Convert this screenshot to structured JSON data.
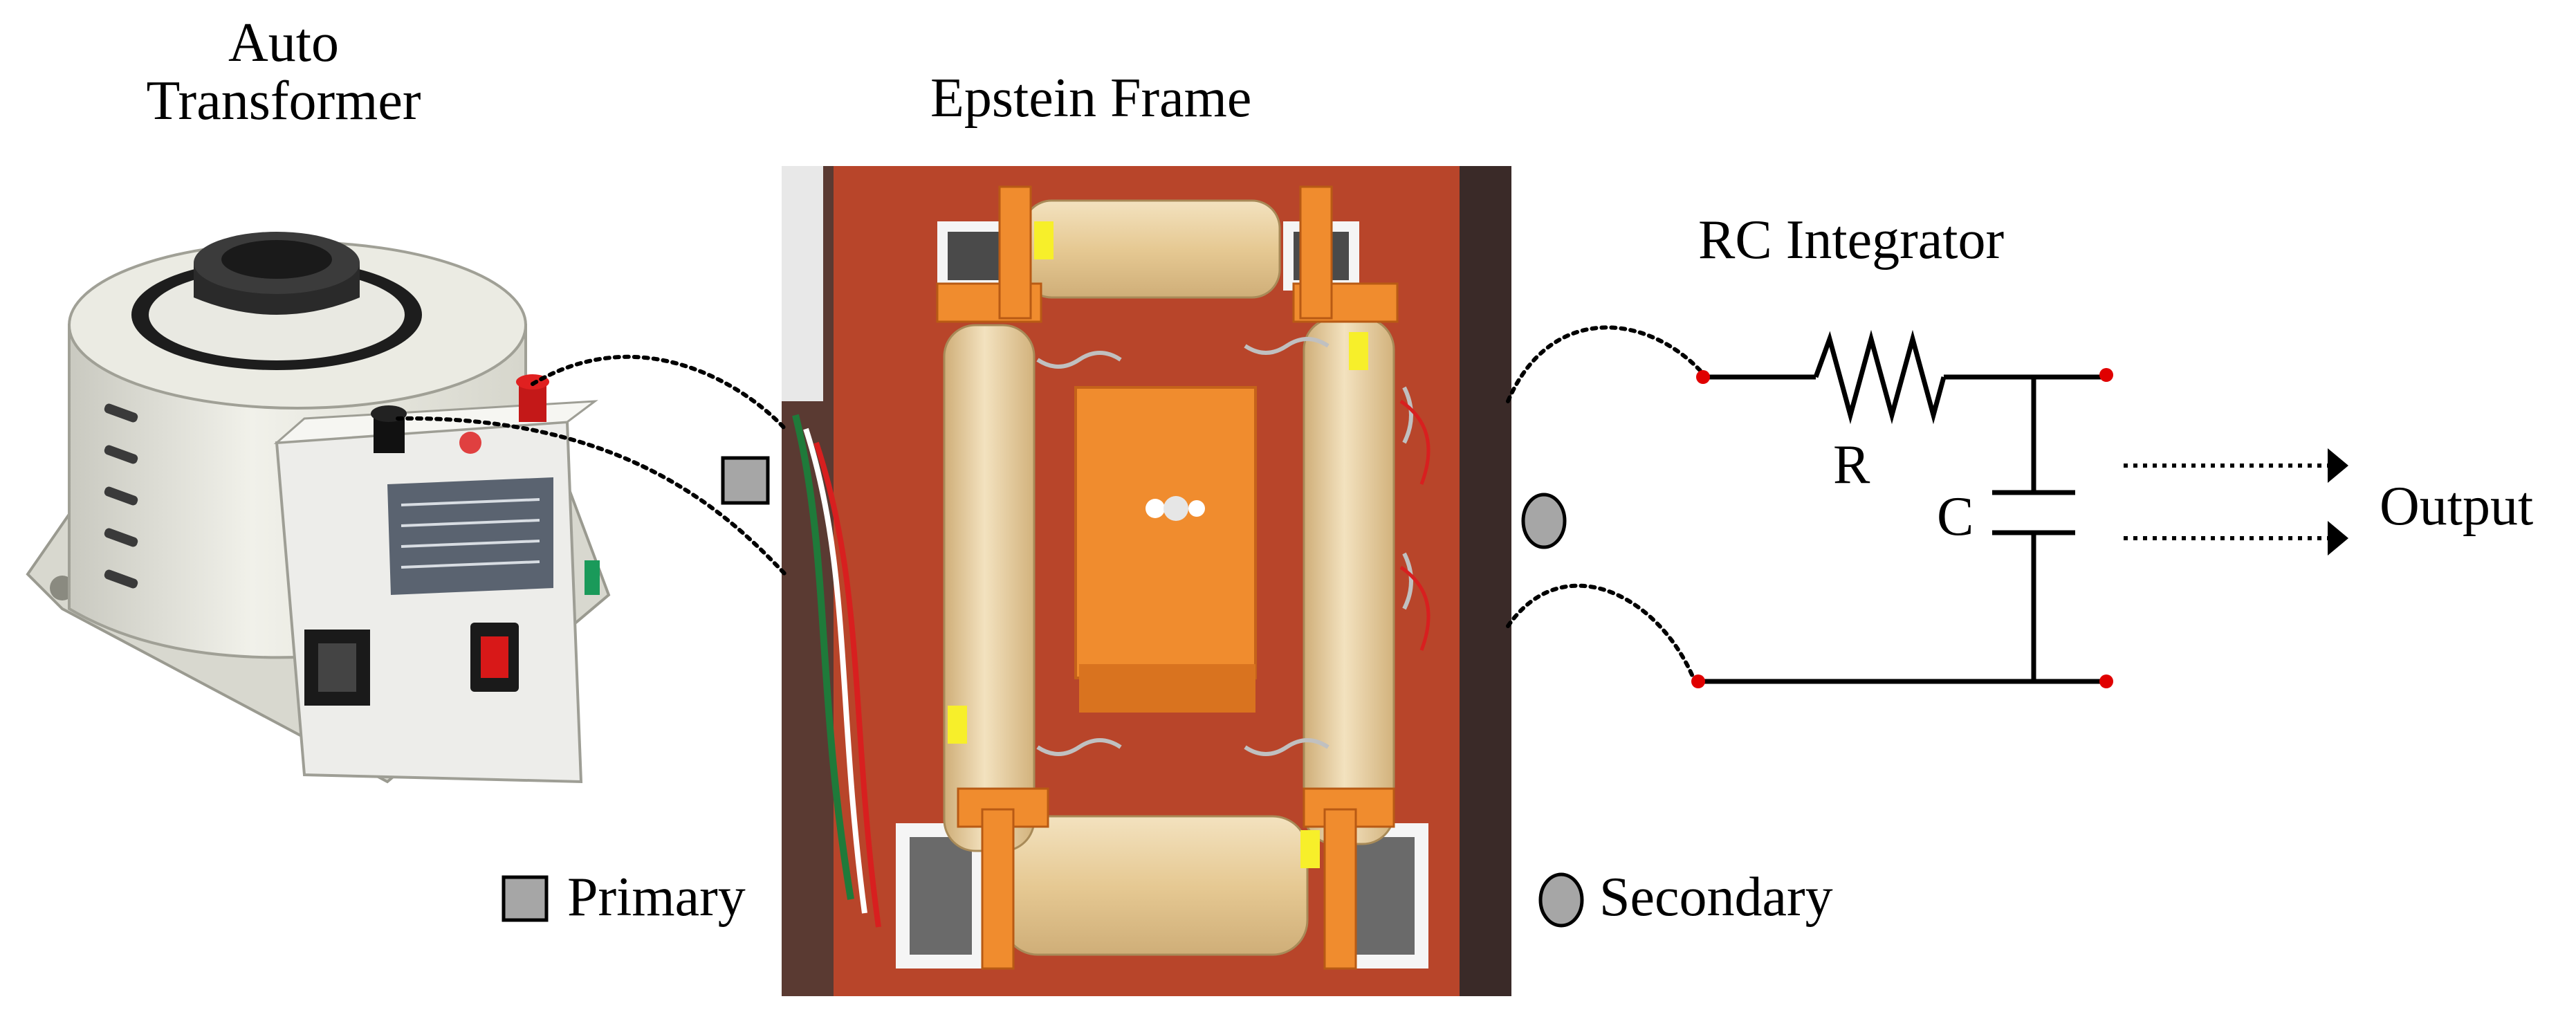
{
  "labels": {
    "auto_transformer_line1": "Auto",
    "auto_transformer_line2": "Transformer",
    "epstein_frame": "Epstein Frame",
    "rc_integrator": "RC Integrator",
    "resistor": "R",
    "capacitor": "C",
    "output": "Output",
    "primary": "Primary",
    "secondary": "Secondary"
  },
  "colors": {
    "terminal": "#e00000",
    "frame_bg": "#b8452a",
    "coil": "#e8cfa0",
    "bracket": "#f08c2e",
    "marker": "#a6a6a6",
    "line": "#000000"
  },
  "icons": {
    "primary_marker": "square-icon",
    "secondary_marker": "circle-icon",
    "output_arrow": "arrow-right-icon"
  }
}
